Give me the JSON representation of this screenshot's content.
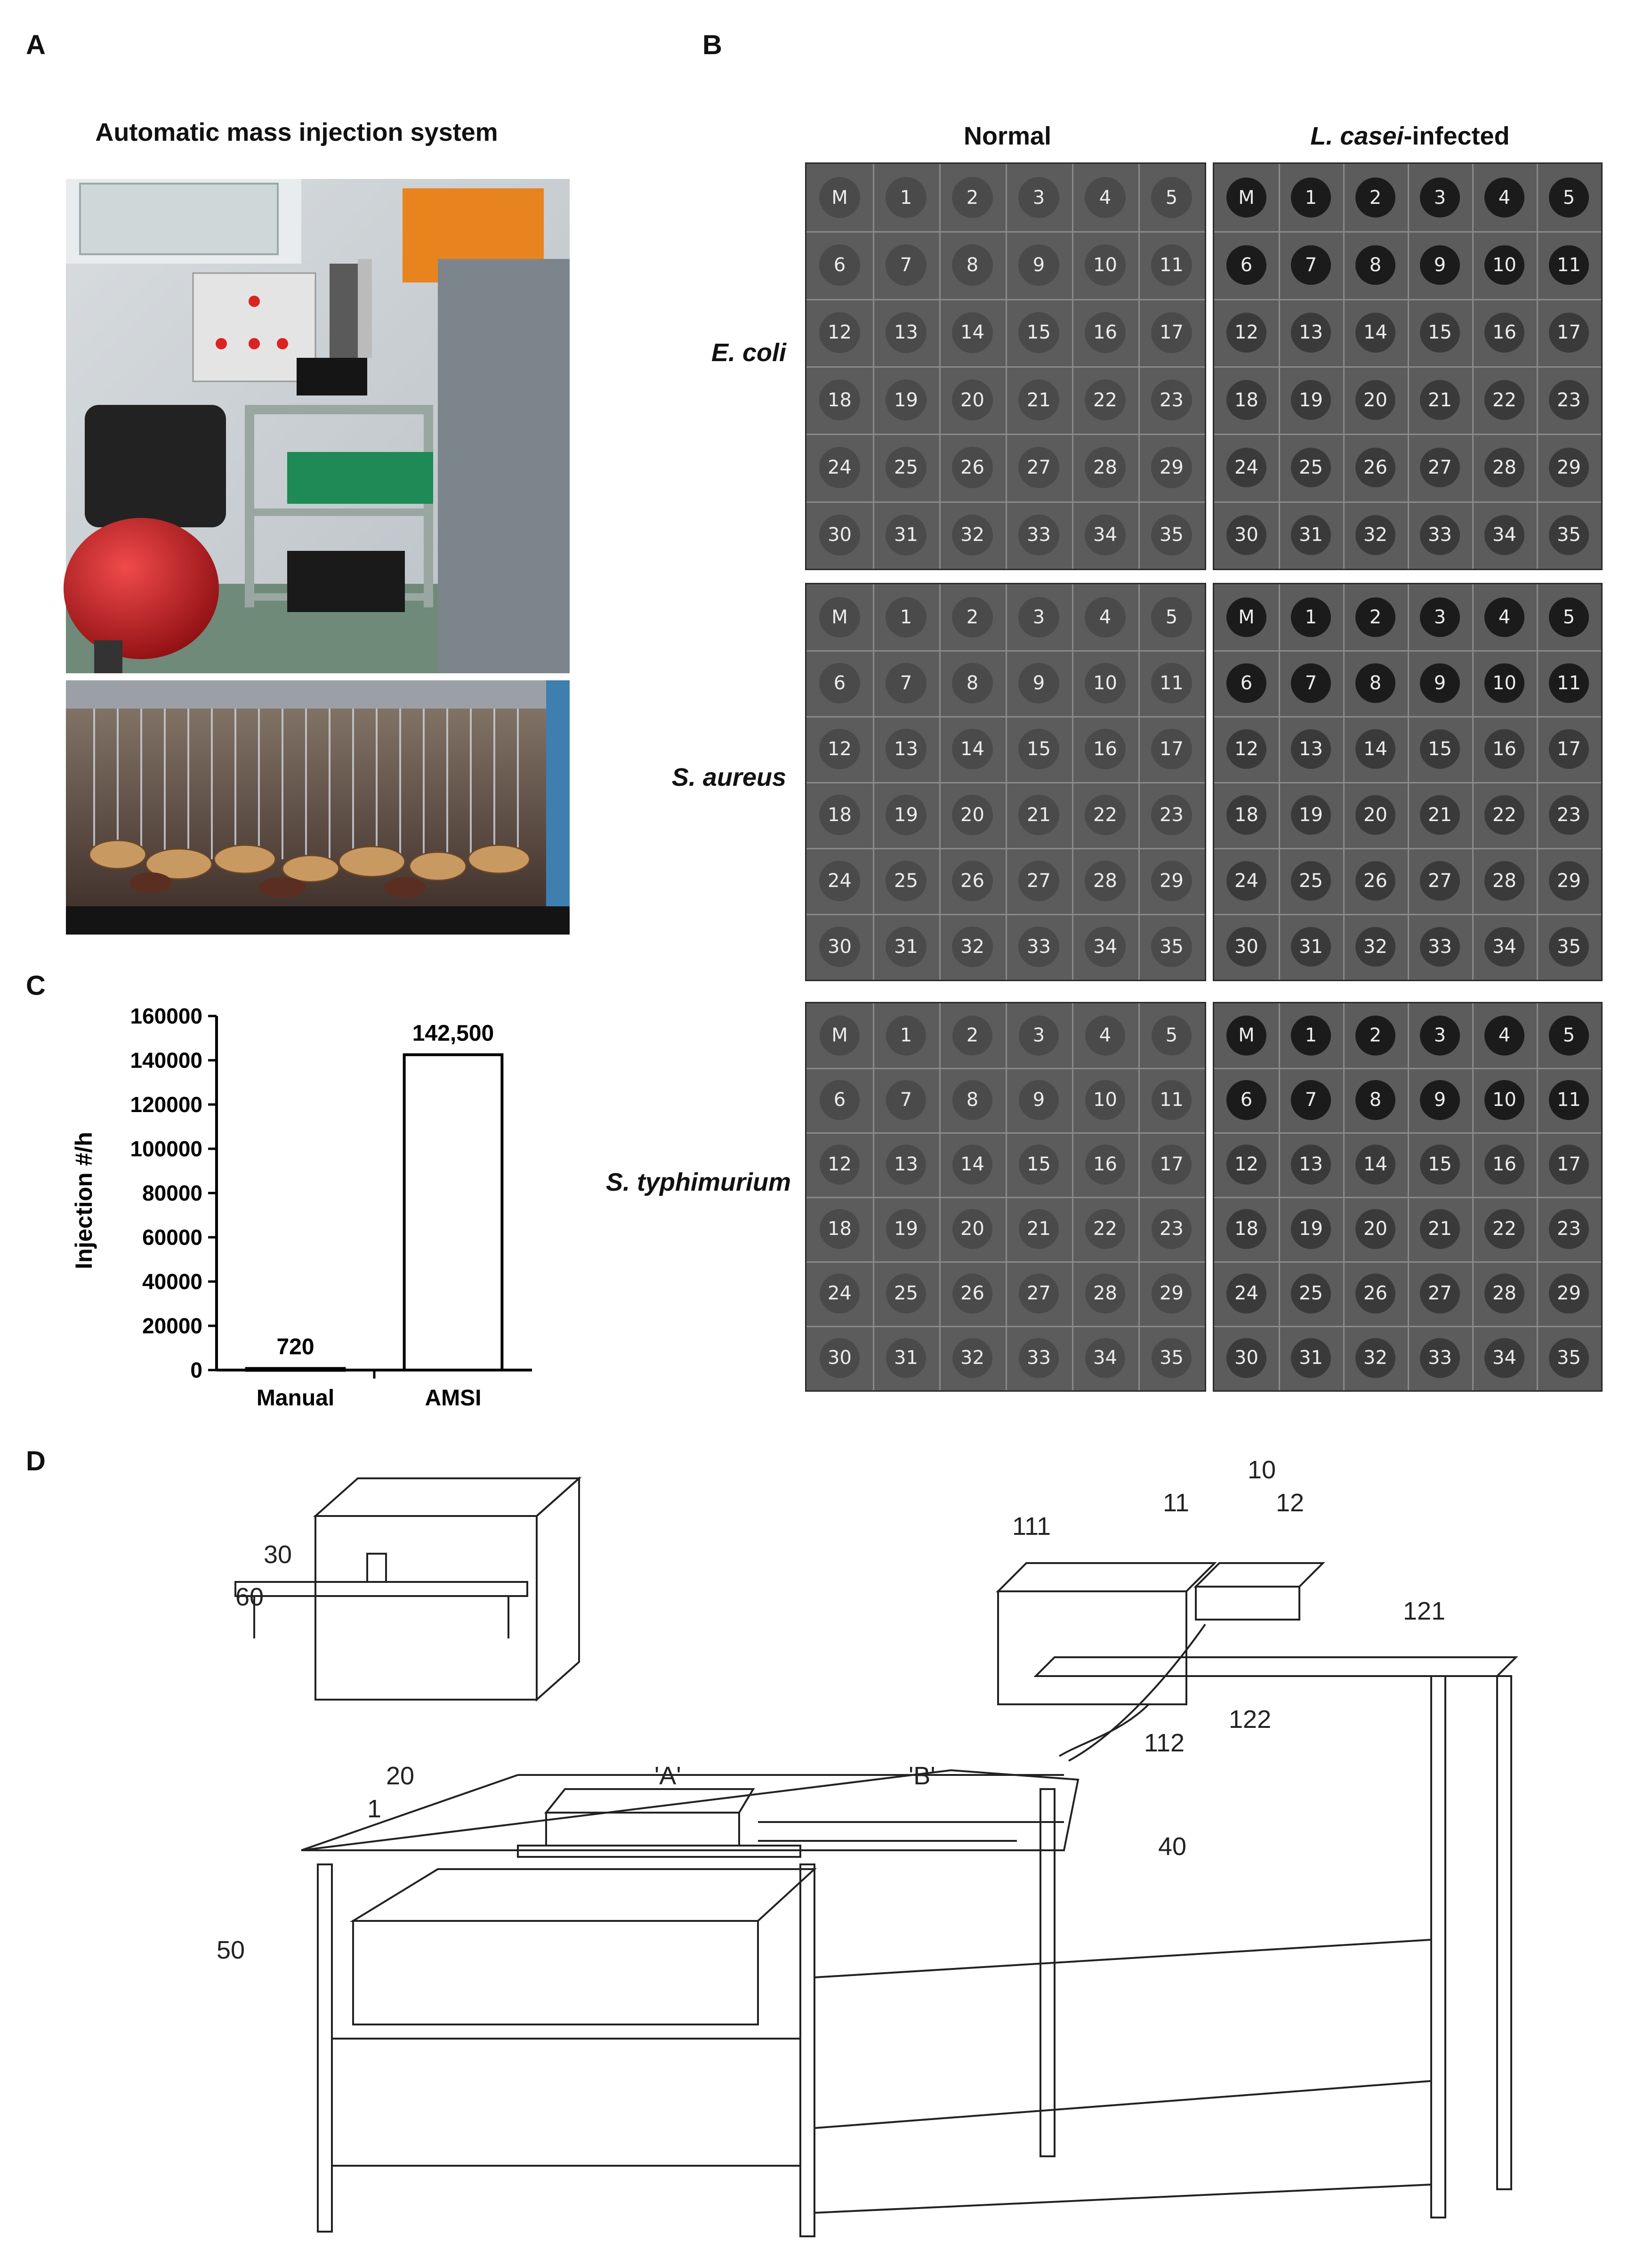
{
  "panels": {
    "a": "A",
    "b": "B",
    "c": "C",
    "d": "D"
  },
  "panel_a": {
    "title": "Automatic mass injection system"
  },
  "panel_b": {
    "columns": [
      "Normal",
      "L. casei-infected"
    ],
    "rows": [
      "E. coli",
      "S. aureus",
      "S. typhimurium"
    ],
    "well_labels": [
      "M",
      "1",
      "2",
      "3",
      "4",
      "5",
      "6",
      "7",
      "8",
      "9",
      "10",
      "11",
      "12",
      "13",
      "14",
      "15",
      "16",
      "17",
      "18",
      "19",
      "20",
      "21",
      "22",
      "23",
      "24",
      "25",
      "26",
      "27",
      "28",
      "29",
      "30",
      "31",
      "32",
      "33",
      "34",
      "35"
    ]
  },
  "chart_data": {
    "type": "bar",
    "categories": [
      "Manual",
      "AMSI"
    ],
    "values": [
      720,
      142500
    ],
    "data_labels": [
      "720",
      "142,500"
    ],
    "xlabel": "",
    "ylabel": "Injection #/h",
    "ylim": [
      0,
      160000
    ],
    "yticks": [
      "0",
      "20000",
      "40000",
      "60000",
      "80000",
      "100000",
      "120000",
      "140000",
      "160000"
    ],
    "grid": false
  },
  "panel_d": {
    "labels": [
      "10",
      "11",
      "12",
      "111",
      "121",
      "30",
      "60",
      "112",
      "122",
      "20",
      "'A'",
      "'B'",
      "1",
      "40",
      "50"
    ]
  },
  "colors": {
    "plate_bg": "#5c5c5c",
    "well_dark": "#2a2a2a",
    "bar_fill": "#ffffff",
    "axis": "#000000"
  }
}
